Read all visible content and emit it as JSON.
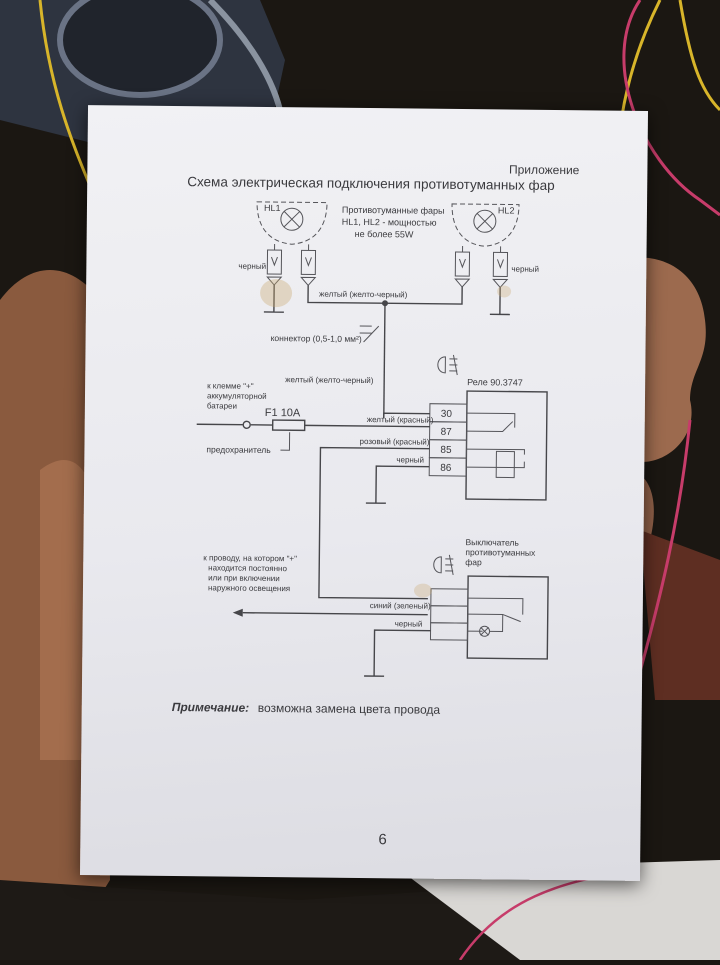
{
  "document": {
    "appendix": "Приложение",
    "title": "Схема электрическая подключения противотуманных фар",
    "lamp_labels": {
      "hl1": "HL1",
      "hl2": "HL2"
    },
    "lamp_description": [
      "Противотуманные фары",
      "HL1, HL2 - мощностью",
      "не более 55W"
    ],
    "wire_labels": {
      "black_left": "черный",
      "black_right": "черный",
      "yellow_black_top": "желтый (желто-черный)",
      "connector": "коннектор (0,5-1,0 мм²)",
      "yellow_black_mid": "желтый (желто-черный)",
      "yellow_red": "желтый (красный)",
      "pink_red": "розовый (красный)",
      "black_relay": "черный",
      "blue_green": "синий (зеленый)",
      "black_switch": "черный"
    },
    "relay": {
      "label": "Реле 90.3747",
      "pins": [
        "30",
        "87",
        "85",
        "86"
      ]
    },
    "battery_label": [
      "к клемме \"+\"",
      "аккумуляторной",
      "батареи"
    ],
    "fuse": {
      "label": "F1 10A",
      "caption": "предохранитель"
    },
    "switch_label": [
      "Выключатель",
      "противотуманных",
      "фар"
    ],
    "source_label": [
      "к проводу, на котором \"+\"",
      "находится постоянно",
      "или при включении",
      "наружного освещения"
    ],
    "note": {
      "label": "Примечание:",
      "text": "возможна замена цвета провода"
    },
    "page_number": "6"
  }
}
